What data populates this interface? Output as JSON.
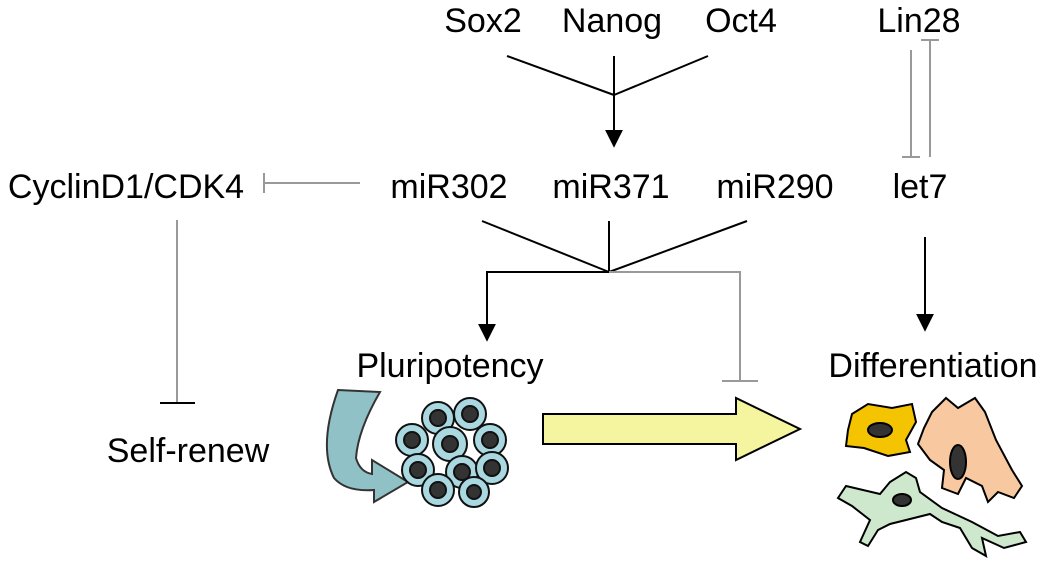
{
  "diagram": {
    "labels": {
      "sox2": "Sox2",
      "nanog": "Nanog",
      "oct4": "Oct4",
      "lin28": "Lin28",
      "cyclin": "CyclinD1/CDK4",
      "mir302": "miR302",
      "mir371": "miR371",
      "mir290": "miR290",
      "let7": "let7",
      "pluripotency": "Pluripotency",
      "differentiation": "Differentiation",
      "self_renew": "Self-renew"
    },
    "colors": {
      "activation": "#000000",
      "inhibition": "#999999",
      "stem_cell_fill": "#a9d8e0",
      "stem_cell_nucleus": "#333333",
      "big_arrow_fill": "#f5f5a0",
      "curved_arrow_fill": "#8fc1c6",
      "cell_yellow": "#f5c400",
      "cell_orange": "#f8c8a0",
      "cell_green": "#cde8cc"
    }
  }
}
